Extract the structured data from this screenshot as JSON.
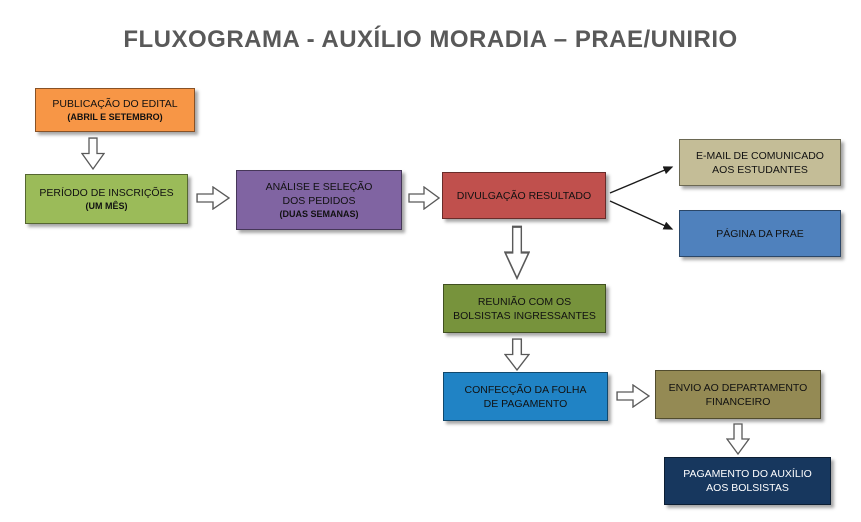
{
  "title": "FLUXOGRAMA - AUXÍLIO MORADIA – PRAE/UNIRIO",
  "colors": {
    "title_text": "#595959",
    "publicacao_bg": "#F79646",
    "periodo_bg": "#9BBB59",
    "analise_bg": "#8064A2",
    "divulgacao_bg": "#C0504D",
    "email_bg": "#C4BD97",
    "pagina_bg": "#4F81BD",
    "reuniao_bg": "#77933C",
    "confeccao_bg": "#2083C5",
    "envio_bg": "#948A54",
    "pagamento_bg": "#17375E"
  },
  "nodes": {
    "publicacao": {
      "line1": "PUBLICAÇÃO DO EDITAL",
      "sub": "(ABRIL E SETEMBRO)"
    },
    "periodo": {
      "line1": "PERÍODO DE INSCRIÇÕES",
      "sub": "(UM MÊS)"
    },
    "analise": {
      "line1": "ANÁLISE E SELEÇÃO",
      "line2": "DOS PEDIDOS",
      "sub": "(DUAS SEMANAS)"
    },
    "divulgacao": {
      "line1": "DIVULGAÇÃO RESULTADO"
    },
    "email": {
      "line1": "E-MAIL DE COMUNICADO",
      "line2": "AOS ESTUDANTES"
    },
    "pagina": {
      "line1": "PÁGINA DA PRAE"
    },
    "reuniao": {
      "line1": "REUNIÃO COM OS",
      "line2": "BOLSISTAS INGRESSANTES"
    },
    "confeccao": {
      "line1": "CONFECÇÃO DA FOLHA",
      "line2": "DE PAGAMENTO"
    },
    "envio": {
      "line1": "ENVIO AO DEPARTAMENTO",
      "line2": "FINANCEIRO"
    },
    "pagamento": {
      "line1": "PAGAMENTO DO AUXÍLIO",
      "line2": "AOS BOLSISTAS"
    }
  }
}
